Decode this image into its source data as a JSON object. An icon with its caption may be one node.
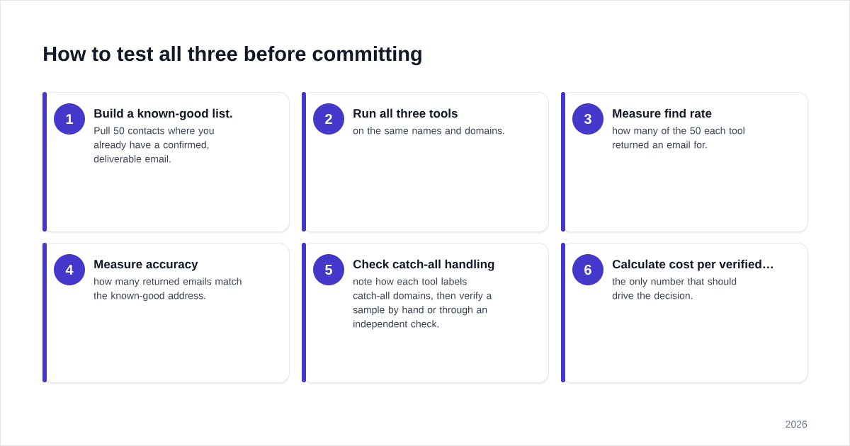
{
  "diagram": {
    "title": "How to test all three before committing",
    "nodes": [
      {
        "text": [
          "Build a known-good list.",
          "Pull 50 contacts where you already have a confirmed, deliverable email."
        ]
      },
      {
        "text": [
          "1"
        ],
        "in": 0
      },
      {
        "text": [
          "Run all three tools",
          "on the same names and domains."
        ]
      },
      {
        "text": [
          "2"
        ],
        "in": 2
      },
      {
        "text": [
          "Measure find rate",
          "how many of the 50 each tool returned an email for."
        ]
      },
      {
        "text": [
          "3"
        ],
        "in": 4
      },
      {
        "text": [
          "Measure accuracy",
          "how many returned emails match the known-good address."
        ]
      },
      {
        "text": [
          "4"
        ],
        "in": 6
      },
      {
        "text": [
          "Check catch-all handling",
          "note how each tool labels catch-all domains, then verify a sample by hand or through an independent check."
        ]
      },
      {
        "text": [
          "5"
        ],
        "in": 8
      },
      {
        "text": [
          "Calculate cost per verified…",
          "the only number that should drive the decision."
        ]
      },
      {
        "text": [
          "6"
        ],
        "in": 10
      }
    ],
    "labels": [
      "2026"
    ]
  }
}
